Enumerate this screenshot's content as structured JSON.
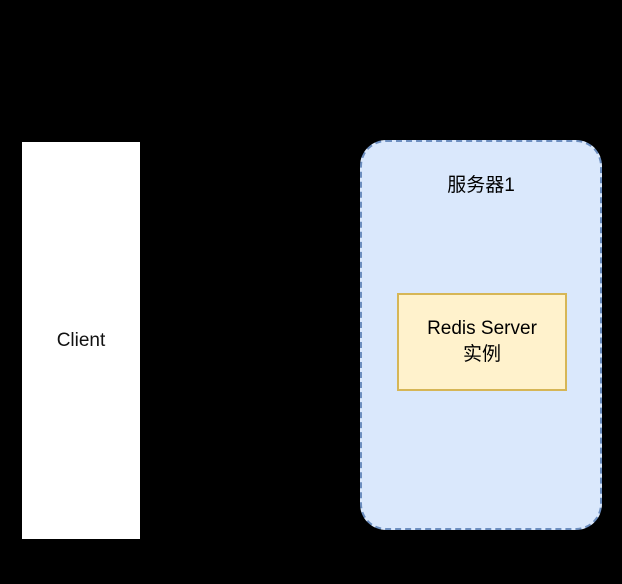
{
  "diagram": {
    "background_color": "#000000",
    "client": {
      "label": "Client",
      "fill": "#ffffff",
      "text_color": "#111111"
    },
    "server_group": {
      "label": "服务器1",
      "fill": "#dae8fc",
      "border_color": "#6c8ebf",
      "border_style": "dashed",
      "text_color": "#000000"
    },
    "redis_instance": {
      "label_line1": "Redis Server",
      "label_line2": "实例",
      "fill": "#fff2cc",
      "border_color": "#d6b656",
      "text_color": "#000000"
    },
    "arrow": {
      "from": "client",
      "to": "redis_instance",
      "color": "#000000"
    }
  }
}
